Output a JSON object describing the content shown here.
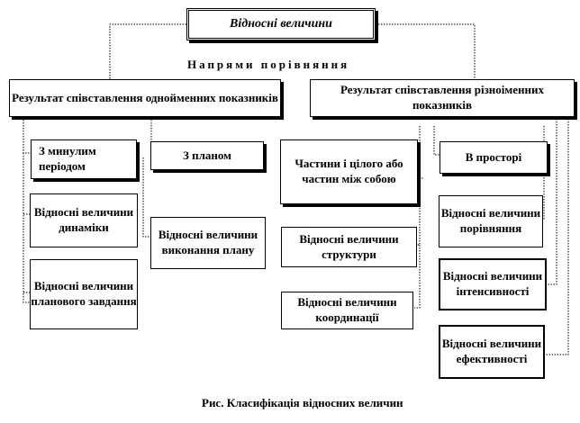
{
  "title": "Відносні величини",
  "subtitle": "Напрями порівняння",
  "groups": {
    "same": "Результат співставлення однойменних показників",
    "different": "Результат співставлення різноіменних показників"
  },
  "criteria": {
    "past": "З минулим періодом",
    "plan": "З планом",
    "parts": "Частини і цілого або частин між собою",
    "space": "В просторі"
  },
  "values": {
    "dynamics": "Відносні величини динаміки",
    "plan_task": "Відносні величини планового завдання",
    "plan_execution": "Відносні величини виконання плану",
    "structure": "Відносні величини структури",
    "coordination": "Відносні величини координації",
    "comparison": "Відносні величини порівняння",
    "intensity": "Відносні величини інтенсивності",
    "efficiency": "Відносні величини ефективності"
  },
  "caption": "Рис. Класифікація відносних величин",
  "colors": {
    "line": "#000000",
    "background": "#ffffff"
  }
}
